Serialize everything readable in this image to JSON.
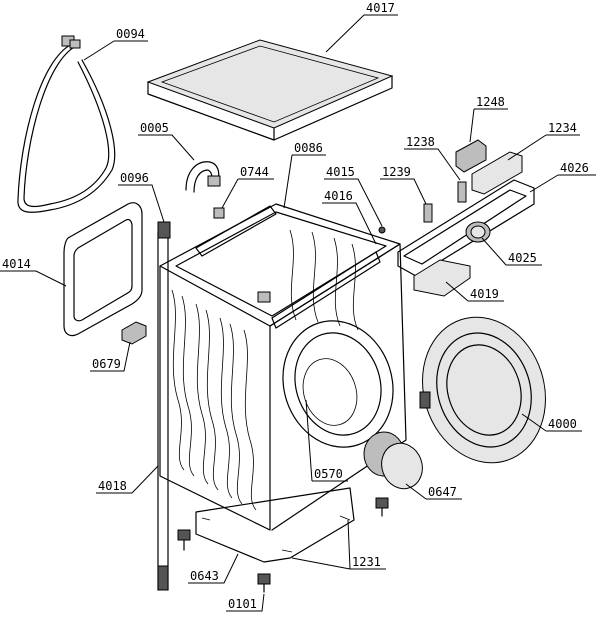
{
  "diagram": {
    "parts": [
      {
        "id": "p4017",
        "label": "4017"
      },
      {
        "id": "p0094",
        "label": "0094"
      },
      {
        "id": "p1248",
        "label": "1248"
      },
      {
        "id": "p0005",
        "label": "0005"
      },
      {
        "id": "p1238",
        "label": "1238"
      },
      {
        "id": "p1234",
        "label": "1234"
      },
      {
        "id": "p0744",
        "label": "0744"
      },
      {
        "id": "p0086",
        "label": "0086"
      },
      {
        "id": "p4015",
        "label": "4015"
      },
      {
        "id": "p1239",
        "label": "1239"
      },
      {
        "id": "p4026",
        "label": "4026"
      },
      {
        "id": "p0096",
        "label": "0096"
      },
      {
        "id": "p4016",
        "label": "4016"
      },
      {
        "id": "p4014",
        "label": "4014"
      },
      {
        "id": "p4025",
        "label": "4025"
      },
      {
        "id": "p4019",
        "label": "4019"
      },
      {
        "id": "p0679",
        "label": "0679"
      },
      {
        "id": "p4000",
        "label": "4000"
      },
      {
        "id": "p0570",
        "label": "0570"
      },
      {
        "id": "p4018",
        "label": "4018"
      },
      {
        "id": "p0647",
        "label": "0647"
      },
      {
        "id": "p1231",
        "label": "1231"
      },
      {
        "id": "p0643",
        "label": "0643"
      },
      {
        "id": "p0101",
        "label": "0101"
      }
    ]
  }
}
